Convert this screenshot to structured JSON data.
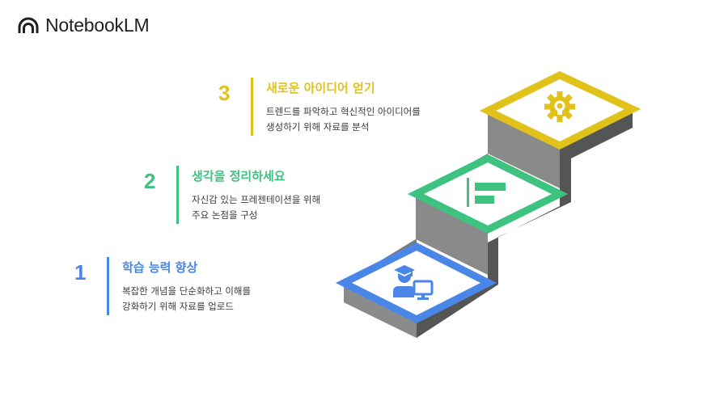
{
  "brand": {
    "name": "NotebookLM"
  },
  "colors": {
    "step1": "#4a86e8",
    "step2": "#3ec27f",
    "step3": "#e1c21b",
    "stair_dark": "#555555",
    "stair_mid": "#888888"
  },
  "steps": [
    {
      "number": "1",
      "title": "학습 능력 향상",
      "desc_line1": "복잡한 개념을 단순화하고 이해를",
      "desc_line2": "강화하기 위해 자료를 업로드",
      "icon": "student-computer-icon"
    },
    {
      "number": "2",
      "title": "생각을 정리하세요",
      "desc_line1": "자신감 있는 프레젠테이션을 위해",
      "desc_line2": "주요 논점을 구성",
      "icon": "outline-list-icon"
    },
    {
      "number": "3",
      "title": "새로운 아이디어 얻기",
      "desc_line1": "트렌드를 파악하고 혁신적인 아이디어를",
      "desc_line2": "생성하기 위해 자료를 분석",
      "icon": "gear-bulb-icon"
    }
  ]
}
